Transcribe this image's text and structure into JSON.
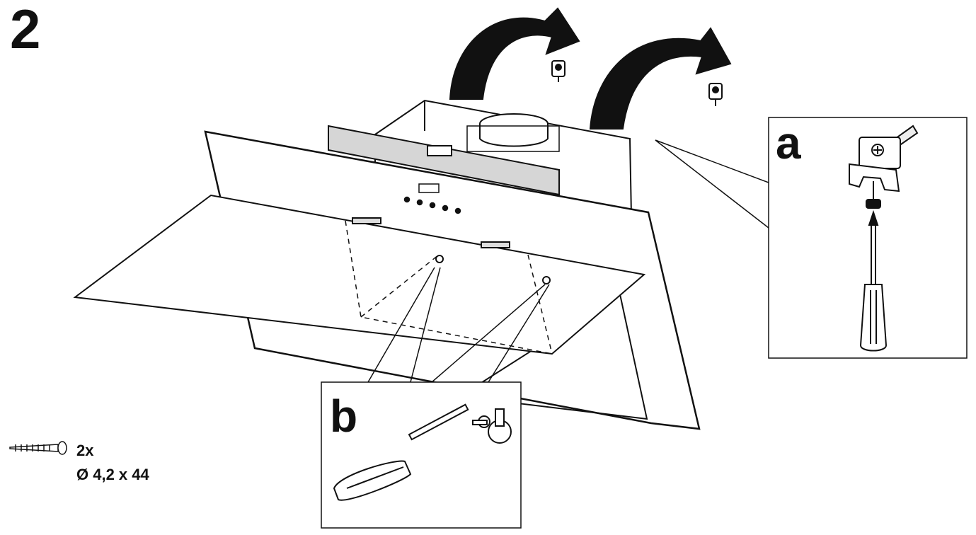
{
  "step": {
    "number": "2"
  },
  "details": {
    "a": {
      "label": "a"
    },
    "b": {
      "label": "b"
    }
  },
  "hardware": {
    "quantity": "2x",
    "size": "Ø 4,2 x 44",
    "icon": "screw-icon"
  },
  "colors": {
    "line": "#111111",
    "panel": "#ffffff",
    "accent": "#cfcfcf"
  }
}
